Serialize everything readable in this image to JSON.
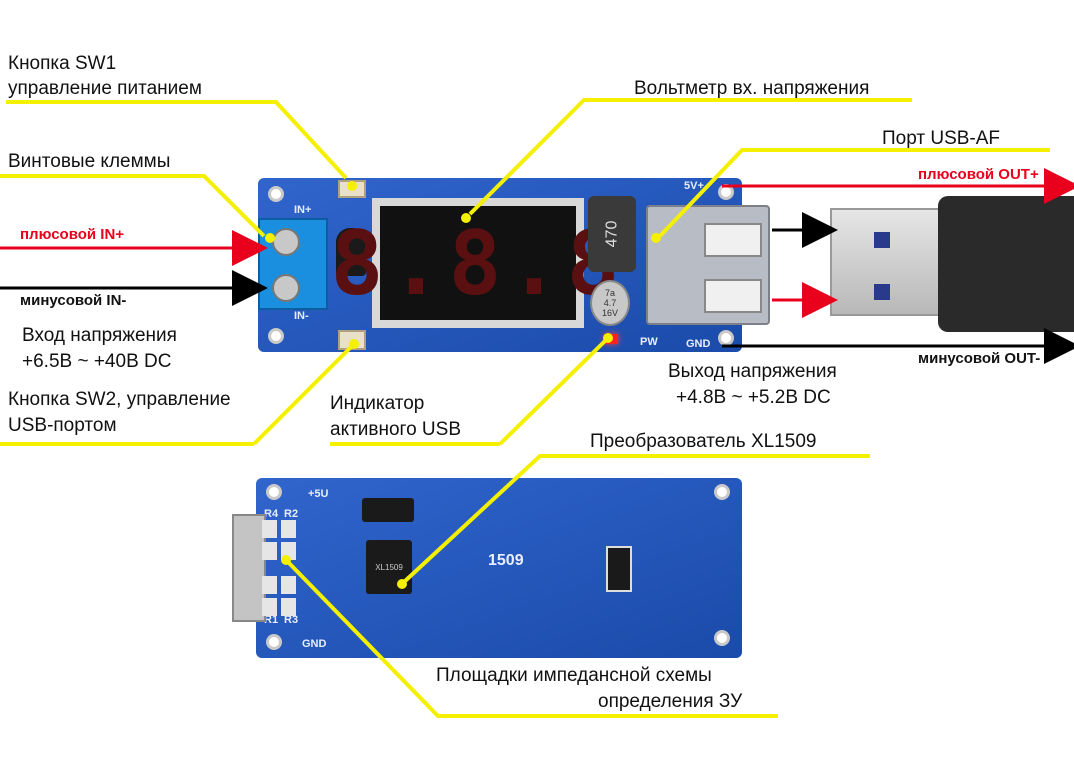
{
  "labels": {
    "sw1_line1": "Кнопка SW1",
    "sw1_line2": "управление питанием",
    "voltmeter": "Вольтметр вх. напряжения",
    "usb_port": "Порт USB-AF",
    "terminals": "Винтовые клеммы",
    "plus_in": "плюсовой IN+",
    "minus_in": "минусовой IN-",
    "input_line1": "Вход напряжения",
    "input_line2": "+6.5В ~ +40В DC",
    "sw2_line1": "Кнопка SW2, управление",
    "sw2_line2": "USB-портом",
    "indicator_line1": "Индикатор",
    "indicator_line2": "активного USB",
    "output_line1": "Выход напряжения",
    "output_line2": "+4.8В ~ +5.2В DC",
    "plus_out": "плюсовой OUT+",
    "minus_out": "минусовой OUT-",
    "converter": "Преобразователь XL1509",
    "pads_line1": "Площадки импедансной схемы",
    "pads_line2": "определения ЗУ"
  },
  "board_text": {
    "in_plus": "IN+",
    "in_minus": "IN-",
    "out_5v": "5V+",
    "gnd": "GND",
    "pw": "PW",
    "inductor": "470",
    "cap_line1": "7a",
    "cap_line2": "4.7",
    "cap_line3": "16V",
    "display": "8.8.8",
    "back_5v": "+5U",
    "back_gnd": "GND",
    "r4": "R4",
    "r2": "R2",
    "r1": "R1",
    "r3": "R3",
    "chip": "XL1509",
    "chip2": "1509"
  },
  "colors": {
    "callout": "#f4f000",
    "plus_arrow": "#e8001c",
    "minus_arrow": "#000000",
    "pcb": "#1f58c8",
    "display_bg": "#111111",
    "segment": "#c81818"
  }
}
